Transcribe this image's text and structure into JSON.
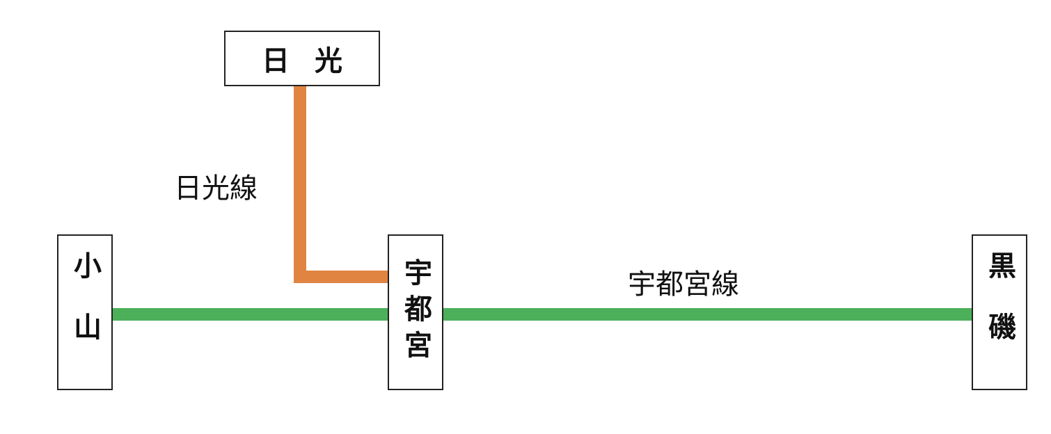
{
  "stations": {
    "nikko": "日光",
    "oyama": "小山",
    "utsunomiya": "宇都宮",
    "kuroiso": "黒磯"
  },
  "lines": {
    "nikko_line": {
      "label": "日光線",
      "color": "#E08442"
    },
    "utsunomiya_line": {
      "label": "宇都宮線",
      "color": "#4CAF5A"
    }
  }
}
